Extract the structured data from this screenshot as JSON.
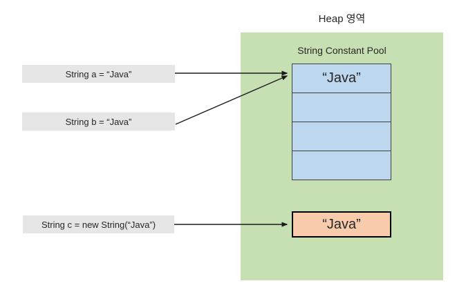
{
  "diagram": {
    "title": "Heap 영역",
    "heap_region": {
      "pool_title": "String Constant Pool",
      "pool_cells": [
        "“Java”",
        "",
        "",
        ""
      ],
      "new_string_object": "“Java”"
    },
    "stack_variables": [
      {
        "label": "String a = “Java”"
      },
      {
        "label": "String b = “Java”"
      },
      {
        "label": "String c = new String(“Java”)"
      }
    ]
  },
  "colors": {
    "heap-green": "#c6e0b4",
    "pool-blue": "#bdd7ee",
    "object-orange": "#f8cbad",
    "label-gray": "#e7e6e6",
    "line-black": "#1a1a1a",
    "text": "#262626",
    "cell-border": "#404040"
  }
}
